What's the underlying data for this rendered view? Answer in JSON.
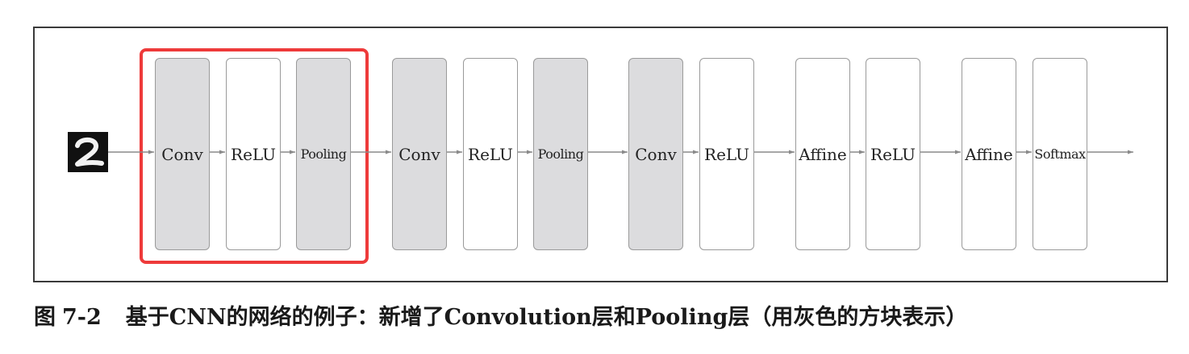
{
  "diagram": {
    "input_digit": "2",
    "layers": [
      {
        "label": "Conv",
        "shaded": true
      },
      {
        "label": "ReLU",
        "shaded": false
      },
      {
        "label": "Pooling",
        "shaded": true
      },
      {
        "label": "Conv",
        "shaded": true
      },
      {
        "label": "ReLU",
        "shaded": false
      },
      {
        "label": "Pooling",
        "shaded": true
      },
      {
        "label": "Conv",
        "shaded": true
      },
      {
        "label": "ReLU",
        "shaded": false
      },
      {
        "label": "Affine",
        "shaded": false
      },
      {
        "label": "ReLU",
        "shaded": false
      },
      {
        "label": "Affine",
        "shaded": false
      },
      {
        "label": "Softmax",
        "shaded": false
      }
    ],
    "colors": {
      "shaded_fill": "#dcdcde",
      "highlight": "#ee3a3a",
      "arrow": "#8a8a8a",
      "border": "#9a9a9a"
    }
  },
  "caption": {
    "prefix": "图",
    "number": "7-2",
    "text": "基于CNN的网络的例子：新增了Convolution层和Pooling层（用灰色的方块表示）"
  }
}
